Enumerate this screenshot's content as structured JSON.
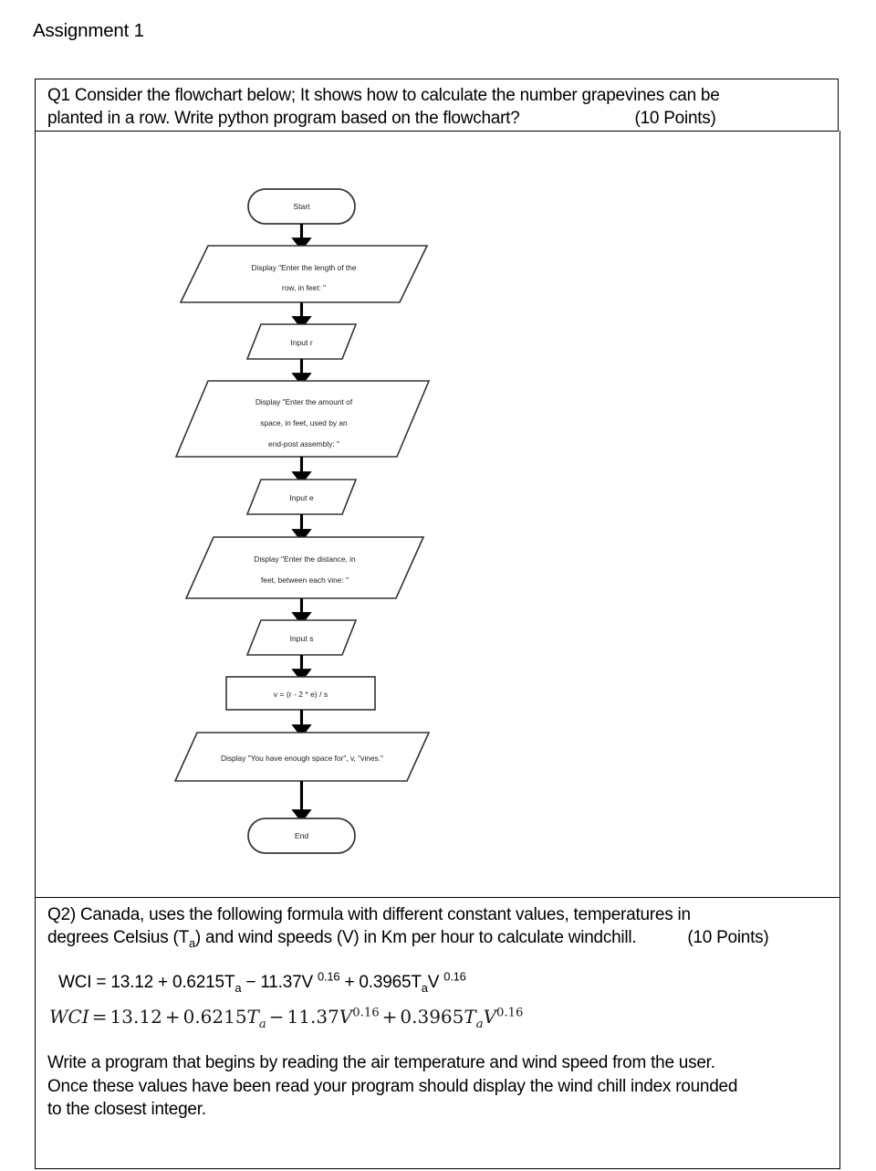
{
  "document": {
    "title": "Assignment 1"
  },
  "q1": {
    "prompt_line1": "Q1 Consider the flowchart below; It shows how to calculate the number grapevines can be",
    "prompt_line2": "planted in a row. Write python program based on the flowchart?",
    "points": "(10 Points)"
  },
  "flowchart": {
    "nodes": [
      {
        "id": "start",
        "type": "terminator",
        "label": "Start"
      },
      {
        "id": "disp_r",
        "type": "input-output",
        "label_line1": "Display \"Enter the length of the",
        "label_line2": "row, in feet: \""
      },
      {
        "id": "input_r",
        "type": "input-output",
        "label": "Input r"
      },
      {
        "id": "disp_e",
        "type": "input-output",
        "label_line1": "Display \"Enter the amount of",
        "label_line2": "space, in feet, used by an",
        "label_line3": "end-post assembly: \""
      },
      {
        "id": "input_e",
        "type": "input-output",
        "label": "Input e"
      },
      {
        "id": "disp_s",
        "type": "input-output",
        "label_line1": "Display \"Enter the distance, in",
        "label_line2": "feet, between each vine: \""
      },
      {
        "id": "input_s",
        "type": "input-output",
        "label": "Input s"
      },
      {
        "id": "process",
        "type": "process",
        "label": "v = (r - 2 * e) / s"
      },
      {
        "id": "disp_out",
        "type": "input-output",
        "label": "Display \"You have enough space for\", v, \"vines.\""
      },
      {
        "id": "end",
        "type": "terminator",
        "label": "End"
      }
    ]
  },
  "q2": {
    "prompt_line1": "Q2) Canada, uses the following formula with different constant values, temperatures in",
    "prompt_line2_a": "degrees Celsius (T",
    "prompt_line2_sub": "a",
    "prompt_line2_b": ") and wind speeds (V) in Km per hour to calculate windchill.",
    "points": "(10 Points)",
    "formula_plain": {
      "lhs": "WCI = 13.12 + 0.6215T",
      "sub1": "a",
      "mid": " − 11.37V ",
      "exp1": "0.16",
      "mid2": " + 0.3965T",
      "sub2": "a",
      "mid3": "V ",
      "exp2": "0.16"
    },
    "formula_tex": {
      "lhs": "WCI",
      "eq": "=",
      "t1": "13.12",
      "op1": "+",
      "t2": "0.6215",
      "t2v": "T",
      "t2sub": "a",
      "op2": "−",
      "t3": "11.37",
      "t3v": "V",
      "t3exp": "0.16",
      "op3": "+",
      "t4": "0.3965",
      "t4v": "T",
      "t4sub": "a",
      "t4v2": "V",
      "t4exp": "0.16"
    },
    "closing_line1": "Write a program that begins by reading the air temperature and wind speed from the user.",
    "closing_line2": "Once these values have been read your program should display the wind chill index rounded",
    "closing_line3": "to the closest integer."
  },
  "colors": {
    "text": "#000000",
    "border": "#000000",
    "shape_stroke": "#333333",
    "arrow": "#000000",
    "background": "#ffffff"
  }
}
